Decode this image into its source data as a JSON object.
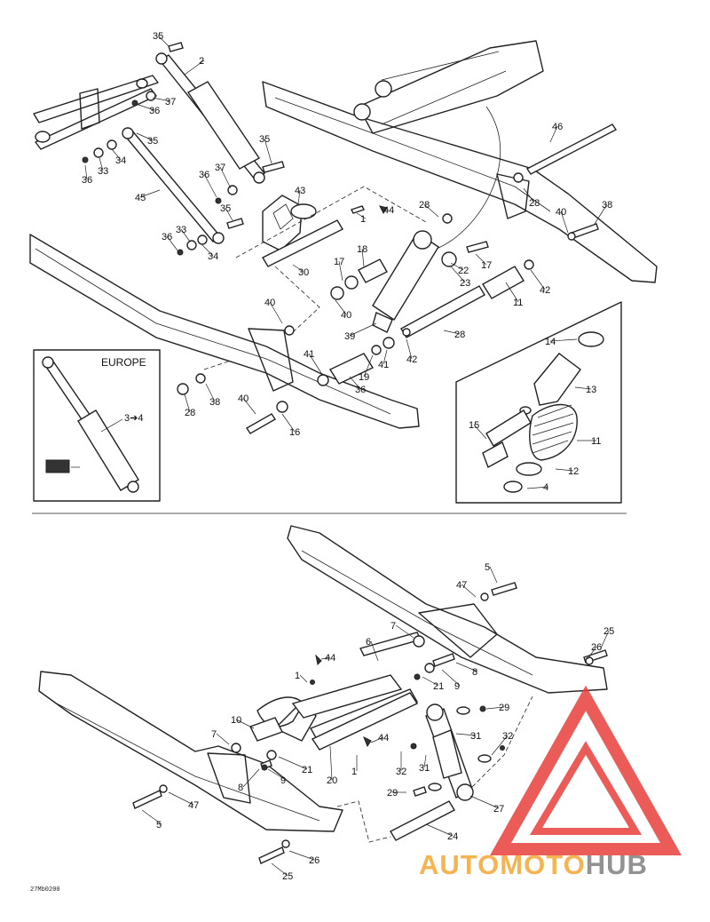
{
  "europe_label": "EUROPE",
  "europe_arrow_label": "3➔4",
  "drawing_reference": "27Mb0200",
  "watermark": {
    "text_auto": "AUTO",
    "text_moto": "MOTO",
    "text_hub": "HUB",
    "color_orange": "#f4a634",
    "color_gray": "#808080",
    "color_red": "#e8403c"
  },
  "upper_callouts": [
    "35",
    "2",
    "37",
    "36",
    "35",
    "35",
    "33",
    "34",
    "36",
    "36",
    "37",
    "45",
    "35",
    "33",
    "36",
    "34",
    "43",
    "1",
    "44",
    "28",
    "46",
    "28",
    "40",
    "38",
    "30",
    "18",
    "17",
    "22",
    "17",
    "23",
    "40",
    "42",
    "11",
    "39",
    "28",
    "40",
    "41",
    "19",
    "41",
    "42",
    "36",
    "28",
    "38",
    "40",
    "16",
    "14",
    "13",
    "11",
    "15",
    "12",
    "4"
  ],
  "lower_callouts": [
    "5",
    "47",
    "26",
    "25",
    "6",
    "7",
    "8",
    "9",
    "21",
    "44",
    "1",
    "29",
    "10",
    "7",
    "31",
    "32",
    "21",
    "8",
    "9",
    "44",
    "20",
    "1",
    "32",
    "31",
    "29",
    "27",
    "47",
    "24",
    "5",
    "26",
    "25"
  ]
}
